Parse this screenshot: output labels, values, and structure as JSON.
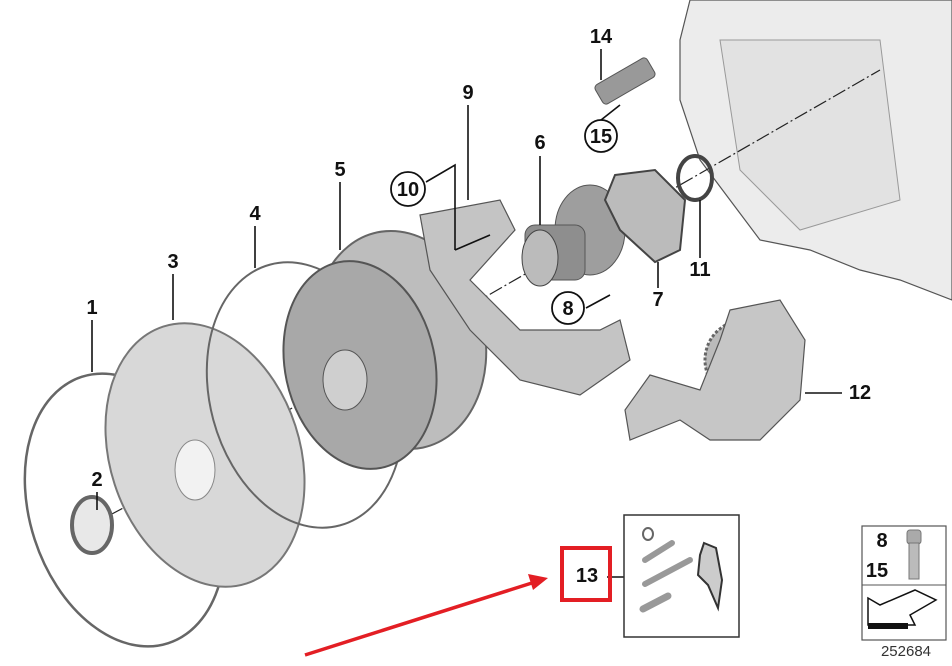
{
  "callouts": {
    "p1": "1",
    "p2": "2",
    "p3": "3",
    "p4": "4",
    "p5": "5",
    "p6": "6",
    "p7": "7",
    "p8": "8",
    "p9": "9",
    "p10": "10",
    "p11": "11",
    "p12": "12",
    "p13": "13",
    "p14": "14",
    "p15": "15"
  },
  "legend_box": {
    "numbers": [
      "8",
      "15"
    ]
  },
  "diagram_id": "252684",
  "colors": {
    "highlight": "#e31e24",
    "part_fill": "#d9d9d9",
    "housing_fill": "#ececec"
  }
}
